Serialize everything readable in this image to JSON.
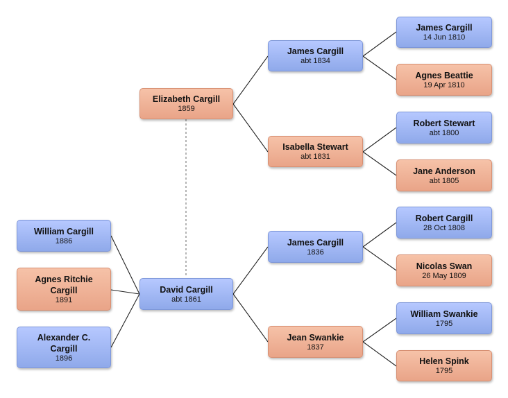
{
  "tree": {
    "people": {
      "root": {
        "name": "David Cargill",
        "date": "abt 1861",
        "sex": "male"
      },
      "spouse": {
        "name": "Elizabeth Cargill",
        "date": "1859",
        "sex": "female"
      },
      "father": {
        "name": "James Cargill",
        "date": "1836",
        "sex": "male"
      },
      "mother": {
        "name": "Jean Swankie",
        "date": "1837",
        "sex": "female"
      },
      "spouse_father": {
        "name": "James Cargill",
        "date": "abt 1834",
        "sex": "male"
      },
      "spouse_mother": {
        "name": "Isabella Stewart",
        "date": "abt 1831",
        "sex": "female"
      },
      "sf_father": {
        "name": "James Cargill",
        "date": "14 Jun 1810",
        "sex": "male"
      },
      "sf_mother": {
        "name": "Agnes Beattie",
        "date": "19 Apr 1810",
        "sex": "female"
      },
      "sm_father": {
        "name": "Robert Stewart",
        "date": "abt 1800",
        "sex": "male"
      },
      "sm_mother": {
        "name": "Jane Anderson",
        "date": "abt 1805",
        "sex": "female"
      },
      "f_father": {
        "name": "Robert Cargill",
        "date": "28 Oct 1808",
        "sex": "male"
      },
      "f_mother": {
        "name": "Nicolas Swan",
        "date": "26 May 1809",
        "sex": "female"
      },
      "m_father": {
        "name": "William Swankie",
        "date": "1795",
        "sex": "male"
      },
      "m_mother": {
        "name": "Helen Spink",
        "date": "1795",
        "sex": "female"
      },
      "child1": {
        "name": "William Cargill",
        "date": "1886",
        "sex": "male"
      },
      "child2": {
        "name": "Agnes Ritchie Cargill",
        "date": "1891",
        "sex": "female"
      },
      "child3": {
        "name": "Alexander C. Cargill",
        "date": "1896",
        "sex": "male"
      }
    }
  }
}
